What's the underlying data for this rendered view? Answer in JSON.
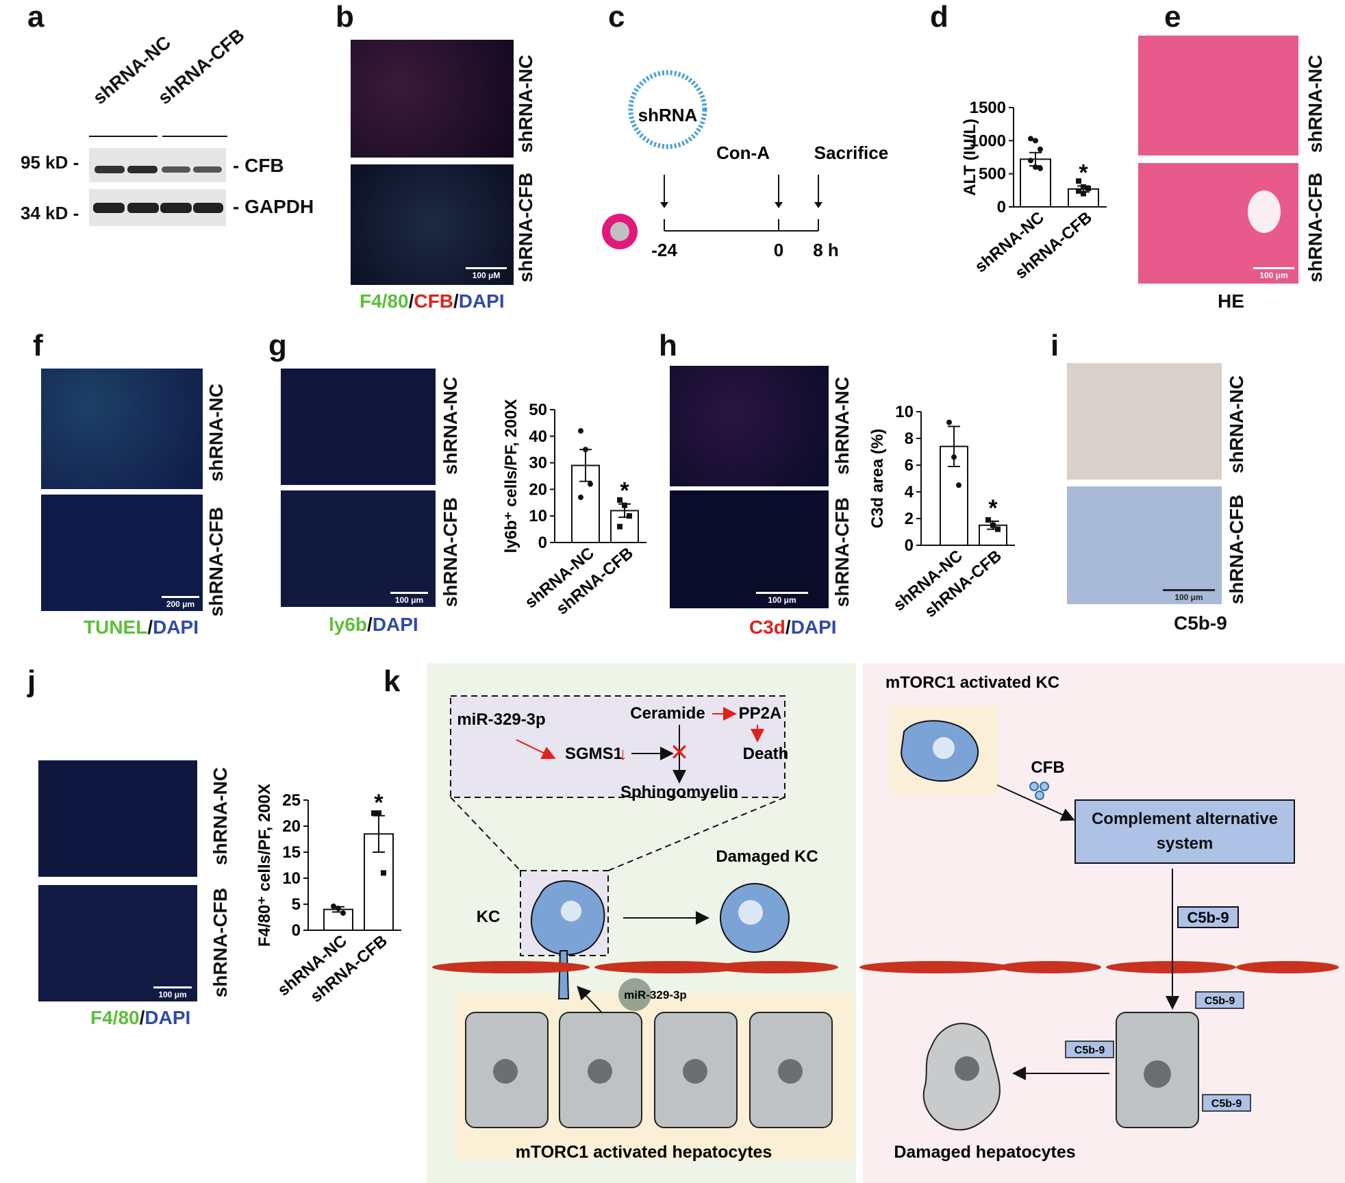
{
  "panels": {
    "a": {
      "label": "a",
      "lane_labels": [
        "shRNA-NC",
        "shRNA-CFB"
      ],
      "mw": [
        "95 kD -",
        "34 kD -"
      ],
      "bands": [
        "- CFB",
        "- GAPDH"
      ]
    },
    "b": {
      "label": "b",
      "rows": [
        "shRNA-NC",
        "shRNA-CFB"
      ],
      "stain": [
        "F4/80",
        "/",
        "CFB",
        "/",
        "DAPI"
      ],
      "scale": "100 μM"
    },
    "c": {
      "label": "c",
      "vector": "shRNA",
      "events": [
        "Con-A",
        "Sacrifice"
      ],
      "ticks": [
        "-24",
        "0",
        "8 h"
      ]
    },
    "d": {
      "label": "d"
    },
    "e": {
      "label": "e",
      "rows": [
        "shRNA-NC",
        "shRNA-CFB"
      ],
      "stain": "HE",
      "scale": "100 μm"
    },
    "f": {
      "label": "f",
      "rows": [
        "shRNA-NC",
        "shRNA-CFB"
      ],
      "stain": [
        "TUNEL",
        "/",
        "DAPI"
      ],
      "scale": "200 μm"
    },
    "g": {
      "label": "g",
      "rows": [
        "shRNA-NC",
        "shRNA-CFB"
      ],
      "stain": [
        "ly6b",
        "/",
        "DAPI"
      ],
      "scale": "100 μm"
    },
    "h": {
      "label": "h",
      "rows": [
        "shRNA-NC",
        "shRNA-CFB"
      ],
      "stain": [
        "C3d",
        "/",
        "DAPI"
      ],
      "scale": "100 μm"
    },
    "i": {
      "label": "i",
      "rows": [
        "shRNA-NC",
        "shRNA-CFB"
      ],
      "stain": "C5b-9",
      "scale": "100 μm"
    },
    "j": {
      "label": "j",
      "rows": [
        "shRNA-NC",
        "shRNA-CFB"
      ],
      "stain": [
        "F4/80",
        "/",
        "DAPI"
      ],
      "scale": "100 μm"
    },
    "k": {
      "label": "k"
    }
  },
  "diagram_k": {
    "mirna": "miR-329-3p",
    "sgms1": "SGMS1",
    "ceramide": "Ceramide",
    "pp2a": "PP2A",
    "death": "Death",
    "sphingomyelin": "Sphingomyelin",
    "kc": "KC",
    "damaged_kc": "Damaged KC",
    "exosome": "miR-329-3p",
    "hepatocytes": "mTORC1 activated hepatocytes",
    "mtorc1_kc": "mTORC1 activated KC",
    "cfb": "CFB",
    "complement": "Complement alternative system",
    "c5b9": "C5b-9",
    "damaged_hep": "Damaged hepatocytes",
    "arrow_down": "↓",
    "cross": "✕"
  },
  "chart_data": [
    {
      "id": "d",
      "type": "bar",
      "categories": [
        "shRNA-NC",
        "shRNA-CFB"
      ],
      "values": [
        720,
        270
      ],
      "errors": [
        100,
        45
      ],
      "points": [
        [
          1030,
          1000,
          870,
          700,
          600,
          580
        ],
        [
          390,
          300,
          280,
          240,
          200
        ]
      ],
      "ylabel": "ALT (IU/L)",
      "ylim": [
        0,
        1500
      ],
      "yticks": [
        0,
        500,
        1000,
        1500
      ],
      "sig": "*"
    },
    {
      "id": "g",
      "type": "bar",
      "categories": [
        "shRNA-NC",
        "shRNA-CFB"
      ],
      "values": [
        29,
        12
      ],
      "errors": [
        6,
        2.5
      ],
      "points": [
        [
          42,
          35,
          22,
          17
        ],
        [
          16,
          14,
          10,
          6
        ]
      ],
      "ylabel": "ly6b⁺ cells/PF, 200X",
      "ylim": [
        0,
        50
      ],
      "yticks": [
        0,
        10,
        20,
        30,
        40,
        50
      ],
      "sig": "*"
    },
    {
      "id": "h",
      "type": "bar",
      "categories": [
        "shRNA-NC",
        "shRNA-CFB"
      ],
      "values": [
        7.4,
        1.5
      ],
      "errors": [
        1.5,
        0.3
      ],
      "points": [
        [
          9.2,
          6.6,
          4.5
        ],
        [
          1.9,
          1.5,
          1.2
        ]
      ],
      "ylabel": "C3d area (%)",
      "ylim": [
        0,
        10
      ],
      "yticks": [
        0,
        2,
        4,
        6,
        8,
        10
      ],
      "sig": "*"
    },
    {
      "id": "j",
      "type": "bar",
      "categories": [
        "shRNA-NC",
        "shRNA-CFB"
      ],
      "values": [
        4,
        18.5
      ],
      "errors": [
        0.5,
        3.5
      ],
      "points": [
        [
          4.6,
          4.2,
          3.3
        ],
        [
          22.5,
          22.5,
          11
        ]
      ],
      "ylabel": "F4/80⁺ cells/PF, 200X",
      "ylim": [
        0,
        25
      ],
      "yticks": [
        0,
        5,
        10,
        15,
        20,
        25
      ],
      "sig": "*"
    }
  ]
}
